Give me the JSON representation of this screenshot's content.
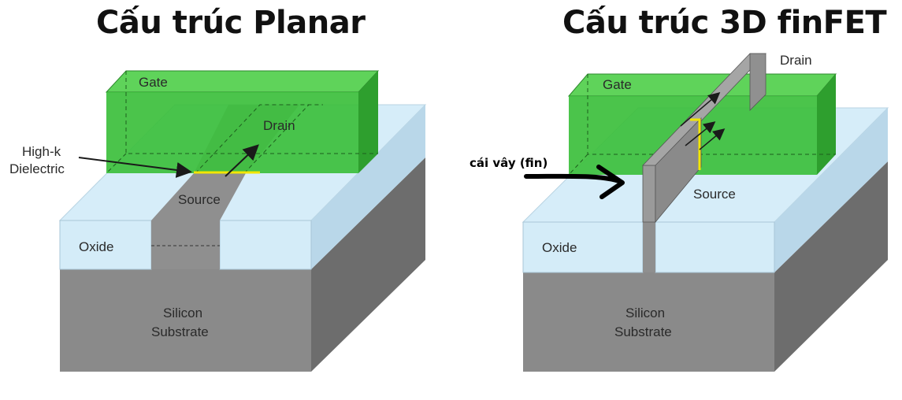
{
  "titles": {
    "planar": "Cấu trúc Planar",
    "finfet": "Cấu trúc 3D finFET"
  },
  "planar": {
    "gate": "Gate",
    "drain": "Drain",
    "source": "Source",
    "high_k_line1": "High-k",
    "high_k_line2": "Dielectric",
    "oxide": "Oxide",
    "silicon_line1": "Silicon",
    "silicon_line2": "Substrate"
  },
  "finfet": {
    "gate": "Gate",
    "drain": "Drain",
    "source": "Source",
    "fin_label": "cái vây (fin)",
    "oxide": "Oxide",
    "silicon_line1": "Silicon",
    "silicon_line2": "Substrate"
  },
  "colors": {
    "gate_front": "#3cbf3c",
    "gate_top": "#5fd35a",
    "gate_side": "#2e9f2e",
    "oxide": "#d4ecf8",
    "substrate_front": "#8a8a8a",
    "substrate_side": "#6d6d6d",
    "channel": "#8f8f8f",
    "high_k": "#f2e600"
  }
}
